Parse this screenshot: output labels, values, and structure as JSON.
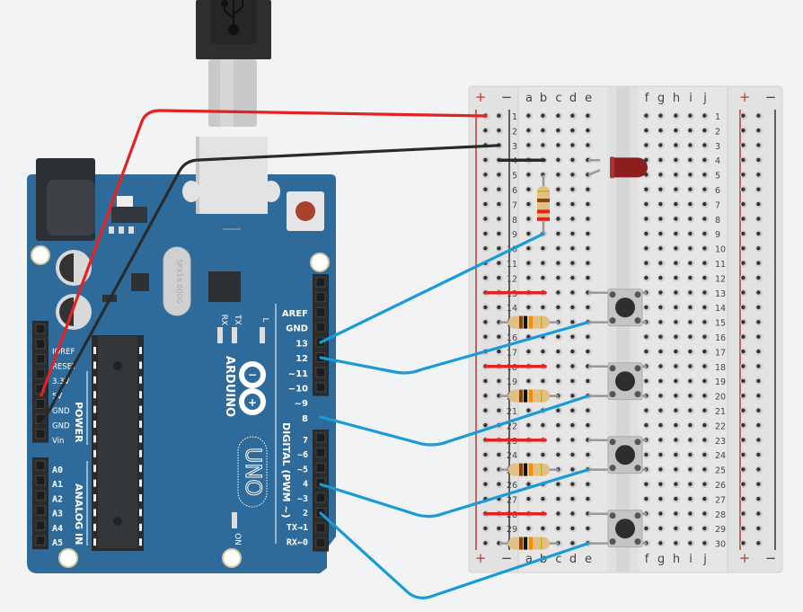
{
  "usb_cable": {
    "icon": "usb-icon"
  },
  "arduino": {
    "brand": "ARDUINO",
    "model": "UNO",
    "crystal": "SPX16.000G",
    "led_labels": [
      "RX",
      "TX",
      "L"
    ],
    "on_label": "ON",
    "power_section": "POWER",
    "analog_section": "ANALOG IN",
    "digital_section": "DIGITAL (PWM ~)",
    "power_pins": [
      "IOREF",
      "RESET",
      "3.3V",
      "5V",
      "GND",
      "GND",
      "Vin"
    ],
    "analog_pins": [
      "A0",
      "A1",
      "A2",
      "A3",
      "A4",
      "A5"
    ],
    "digital_pins_top": [
      "AREF",
      "GND",
      "13",
      "12",
      "~11",
      "~10",
      "~9",
      "8"
    ],
    "digital_pins_bottom": [
      "7",
      "~6",
      "~5",
      "4",
      "~3",
      "2",
      "TX→1",
      "RX←0"
    ],
    "colors": {
      "board": "#2f6b9a",
      "header": "#2b2b2b",
      "chip": "#2e3134",
      "reset": "#a8412e"
    }
  },
  "breadboard": {
    "rail_plus": "+",
    "rail_minus": "−",
    "columns_left": [
      "a",
      "b",
      "c",
      "d",
      "e"
    ],
    "columns_right": [
      "f",
      "g",
      "h",
      "i",
      "j"
    ],
    "row_count": 30
  },
  "components": {
    "led": {
      "color": "#8b1f1f",
      "row": 4
    },
    "resistor_led": {
      "row_from": 5,
      "row_to": 9,
      "column": "b"
    },
    "buttons": [
      {
        "rows": [
          13,
          15
        ]
      },
      {
        "rows": [
          18,
          20
        ]
      },
      {
        "rows": [
          23,
          25
        ]
      },
      {
        "rows": [
          28,
          30
        ]
      }
    ],
    "pulldown_resistors": [
      {
        "row": 15
      },
      {
        "row": 20
      },
      {
        "row": 25
      },
      {
        "row": 30
      }
    ]
  },
  "wires": {
    "colors": {
      "power": "#e52222",
      "ground": "#2a2a2a",
      "signal": "#1a9ad6",
      "jumper": "#e52222"
    },
    "connections": [
      {
        "from": "5V",
        "to": "+ rail row 1",
        "color": "power"
      },
      {
        "from": "GND",
        "to": "− rail row 3",
        "color": "ground"
      },
      {
        "from": "13",
        "to": "c9",
        "color": "signal"
      },
      {
        "from": "12",
        "to": "d15",
        "color": "signal"
      },
      {
        "from": "8",
        "to": "d20",
        "color": "signal"
      },
      {
        "from": "4",
        "to": "d25",
        "color": "signal"
      },
      {
        "from": "2",
        "to": "d30",
        "color": "signal"
      }
    ]
  }
}
